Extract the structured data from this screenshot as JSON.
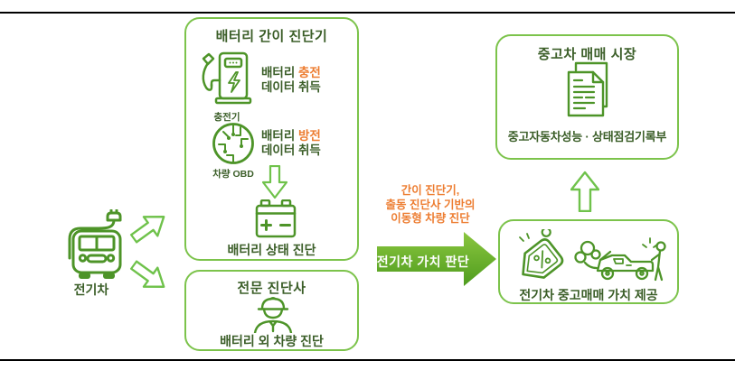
{
  "diagram": {
    "ev": {
      "label": "전기차"
    },
    "simple_diagnostic_box": {
      "title": "배터리 간이 진단기",
      "charger": {
        "icon_label": "충전기",
        "text_prefix": "배터리 ",
        "text_highlight": "충전",
        "text_line2": "데이터 취득"
      },
      "obd": {
        "icon_label": "차량 OBD",
        "text_prefix": "배터리 ",
        "text_highlight": "방전",
        "text_line2": "데이터 취득"
      },
      "battery_caption": "배터리 상태 진단"
    },
    "expert_box": {
      "title": "전문 진단사",
      "caption": "배터리 외 차량 진단"
    },
    "value_flow": {
      "note_lines": [
        "간이 진단기,",
        "출동 진단사 기반의",
        "이동형 차량 진단"
      ],
      "arrow_label": "전기차 가치 판단"
    },
    "value_box": {
      "caption": "전기차 중고매매 가치 제공"
    },
    "market_box": {
      "title": "중고차 매매 시장",
      "caption": "중고자동차성능 · 상태점검기록부"
    },
    "colors": {
      "box_border_green": "#7cc34b",
      "icon_green": "#4d9428",
      "text_dark_green": "#3b5e28",
      "highlight_orange": "#ed7d31",
      "flow_arrow_gradient_top": "#8bc63f",
      "flow_arrow_gradient_bottom": "#4e9c1e",
      "flow_arrow_label_color": "#ffffff",
      "rule_black": "#000000"
    }
  }
}
